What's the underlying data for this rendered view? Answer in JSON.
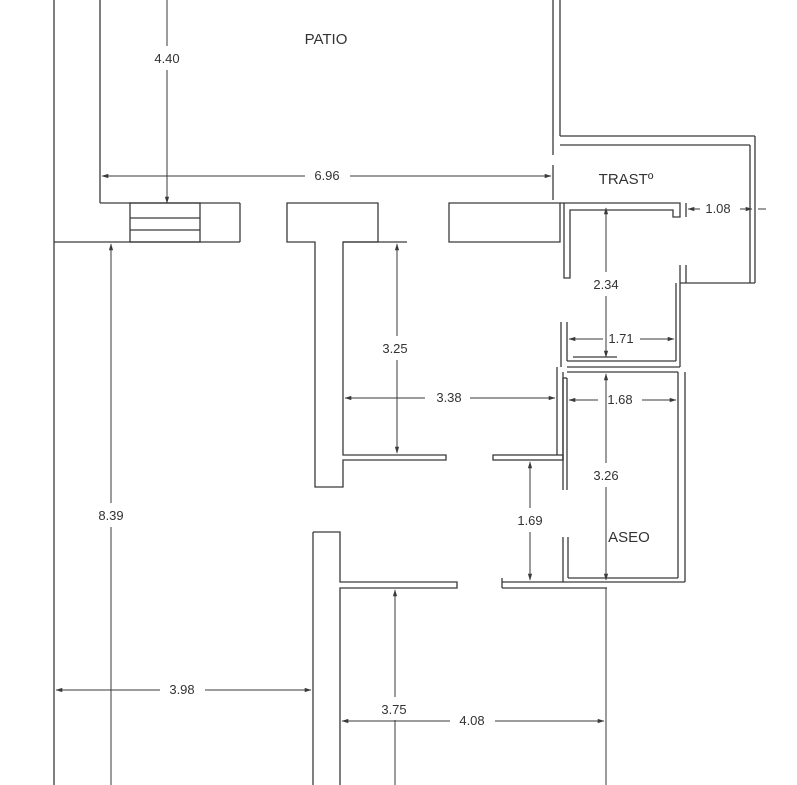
{
  "rooms": {
    "patio": "PATIO",
    "trastero": "TRASTº",
    "aseo": "ASEO"
  },
  "dimensions": {
    "patio_depth": "4.40",
    "patio_width": "6.96",
    "trast_width": "1.08",
    "trast_depth": "2.34",
    "small_width": "1.71",
    "hall_depth": "3.25",
    "hall_width": "3.38",
    "aseo_width": "1.68",
    "aseo_depth": "3.26",
    "corridor": "1.69",
    "total_depth": "8.39",
    "left_width": "3.98",
    "room_depth": "3.75",
    "room_width": "4.08"
  }
}
